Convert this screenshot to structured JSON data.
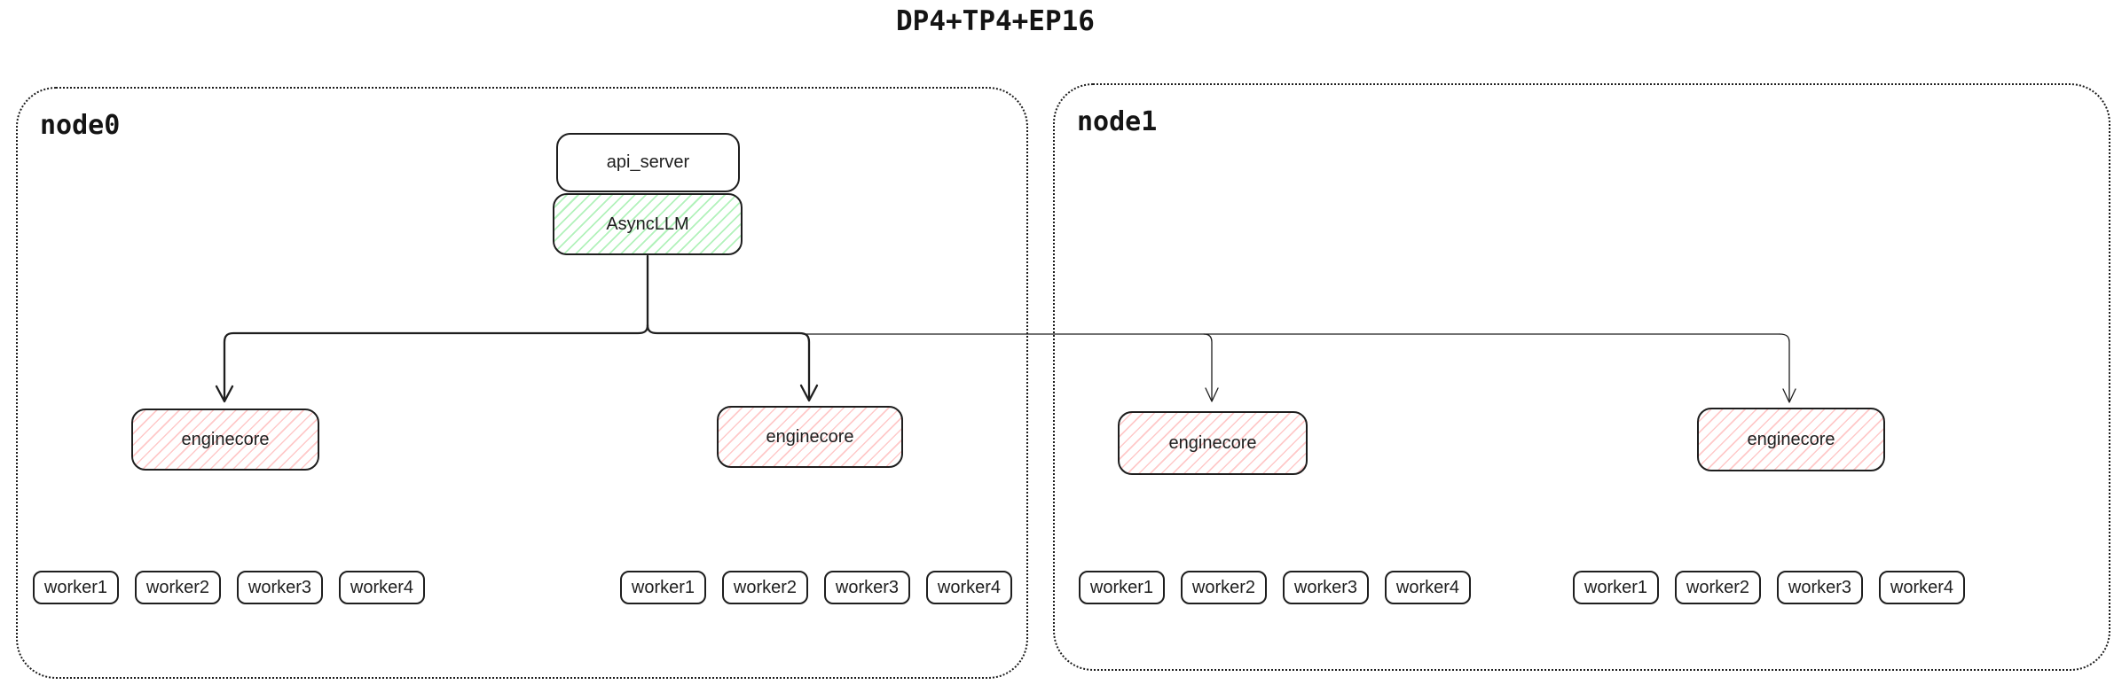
{
  "title": "DP4+TP4+EP16",
  "colors": {
    "ink": "#1e1e1e",
    "green_hatch_fill": "#b2f2bb",
    "red_hatch_fill": "#ffc9c9",
    "background": "#ffffff"
  },
  "node0": {
    "label": "node0",
    "api_server": "api_server",
    "async_llm": "AsyncLLM",
    "enginecores": [
      "enginecore",
      "enginecore"
    ],
    "worker_groups": [
      [
        "worker1",
        "worker2",
        "worker3",
        "worker4"
      ],
      [
        "worker1",
        "worker2",
        "worker3",
        "worker4"
      ]
    ]
  },
  "node1": {
    "label": "node1",
    "enginecores": [
      "enginecore",
      "enginecore"
    ],
    "worker_groups": [
      [
        "worker1",
        "worker2",
        "worker3",
        "worker4"
      ],
      [
        "worker1",
        "worker2",
        "worker3",
        "worker4"
      ]
    ]
  }
}
